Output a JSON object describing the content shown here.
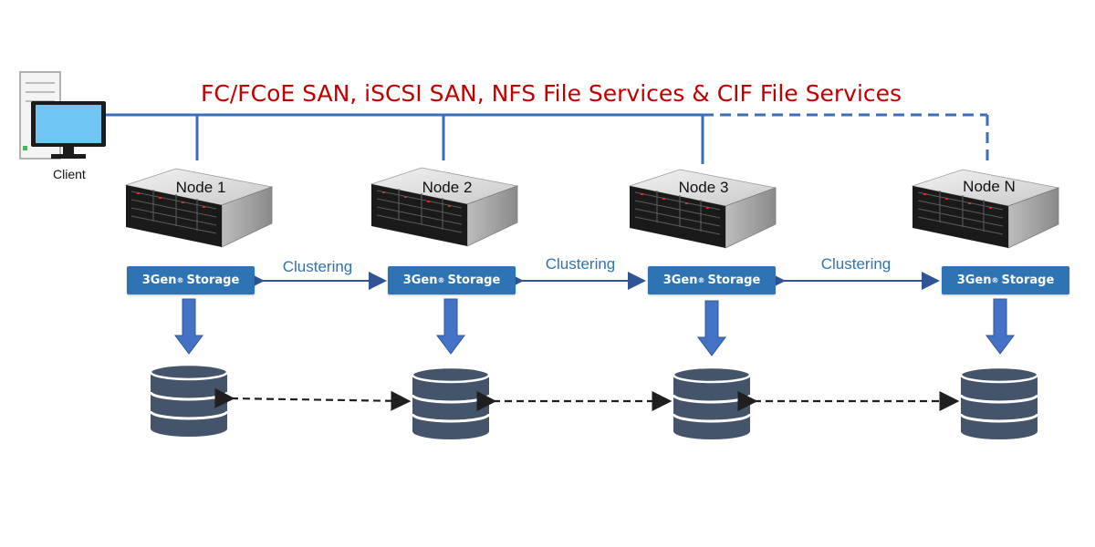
{
  "banner": "FC/FCoE SAN, iSCSI SAN, NFS File Services & CIF File Services",
  "client": {
    "label": "Client"
  },
  "nodes": [
    {
      "label": "Node 1",
      "box_brand": "3Gen",
      "box_reg": "®",
      "box_rest": "Storage"
    },
    {
      "label": "Node 2",
      "box_brand": "3Gen",
      "box_reg": "®",
      "box_rest": "Storage"
    },
    {
      "label": "Node 3",
      "box_brand": "3Gen",
      "box_reg": "®",
      "box_rest": "Storage"
    },
    {
      "label": "Node N",
      "box_brand": "3Gen",
      "box_reg": "®",
      "box_rest": "Storage"
    }
  ],
  "clustering": [
    "Clustering",
    "Clustering",
    "Clustering"
  ],
  "colors": {
    "banner": "#c00000",
    "network_line": "#3a6fb7",
    "storage_box": "#2e74b5",
    "clustering_text": "#2e74b5",
    "arrow_fill": "#4472c4",
    "database": "#44546a",
    "monitor_screen": "#6fc6f2"
  }
}
